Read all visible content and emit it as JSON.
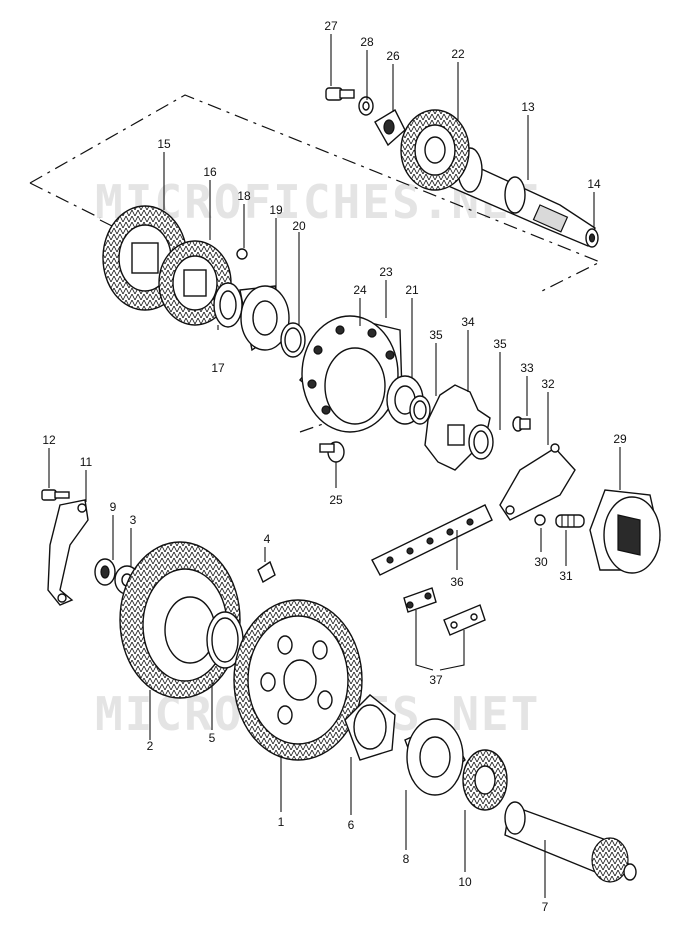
{
  "watermark": {
    "top": "MICROFICHES.NET",
    "bottom": "MICROFICHES.NET"
  },
  "callouts": {
    "c1": "1",
    "c2": "2",
    "c3": "3",
    "c4": "4",
    "c5": "5",
    "c6": "6",
    "c7": "7",
    "c8": "8",
    "c9": "9",
    "c10": "10",
    "c11": "11",
    "c12": "12",
    "c13": "13",
    "c14": "14",
    "c15": "15",
    "c16": "16",
    "c17": "17",
    "c18": "18",
    "c19": "19",
    "c20": "20",
    "c21": "21",
    "c22": "22",
    "c23": "23",
    "c24": "24",
    "c25": "25",
    "c26": "26",
    "c27": "27",
    "c28": "28",
    "c29": "29",
    "c30": "30",
    "c31": "31",
    "c32": "32",
    "c33": "33",
    "c34": "34",
    "c35a": "35",
    "c35b": "35",
    "c36": "36",
    "c37": "37"
  }
}
